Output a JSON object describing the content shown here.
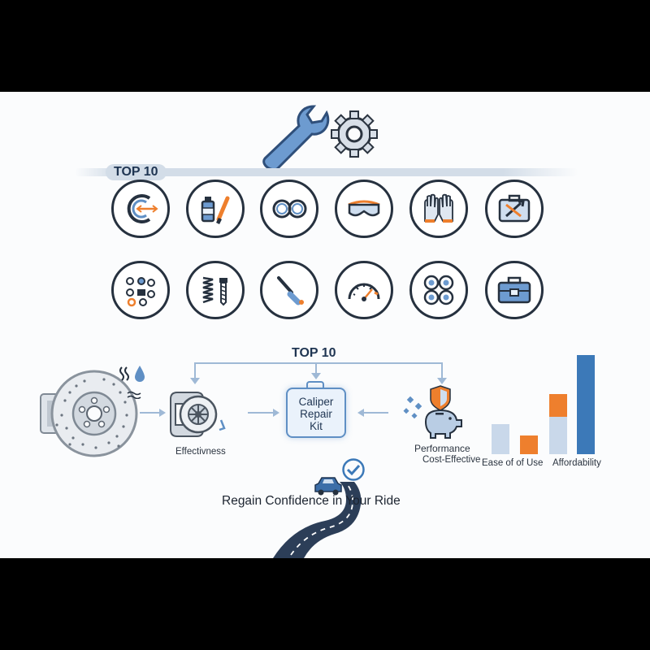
{
  "top_section": {
    "label": "TOP 10",
    "icons_row1": [
      "brake-rotor-icon",
      "brake-fluid-brush-icon",
      "o-rings-icon",
      "safety-goggles-icon",
      "work-gloves-icon",
      "tool-case-icon"
    ],
    "icons_row2": [
      "hardware-parts-icon",
      "spring-bolt-icon",
      "piston-tool-icon",
      "pressure-gauge-icon",
      "seals-icon",
      "toolbox-icon"
    ]
  },
  "diagram": {
    "label": "TOP 10",
    "kit_label": "Caliper Repair Kit",
    "kit_lines": [
      "Caliper",
      "Repair",
      "Kit"
    ],
    "effectiveness": "Effectivness",
    "performance": "Performance",
    "cost_effective": "Cost-Effective",
    "ease_of_use": "Ease of of Use",
    "affordability": "Affordability"
  },
  "bars": {
    "colors": {
      "light": "#c9d8ea",
      "orange": "#ee7f2d",
      "blue": "#3c79b8"
    },
    "values": [
      {
        "name": "bar-1",
        "segments": [
          {
            "color": "light",
            "value": 0.3
          }
        ]
      },
      {
        "name": "bar-2",
        "segments": [
          {
            "color": "orange",
            "value": 0.19
          }
        ]
      },
      {
        "name": "bar-3",
        "segments": [
          {
            "color": "light",
            "value": 0.38
          },
          {
            "color": "orange",
            "value": 0.23
          }
        ]
      },
      {
        "name": "bar-4",
        "segments": [
          {
            "color": "blue",
            "value": 1.0
          }
        ]
      }
    ]
  },
  "footer": {
    "tagline": "Regain Confidence in Your Ride"
  },
  "colors": {
    "accent_blue": "#5f8fc4",
    "dark_outline": "#26313f",
    "orange": "#ee7f2d",
    "background": "#fbfcfd"
  }
}
